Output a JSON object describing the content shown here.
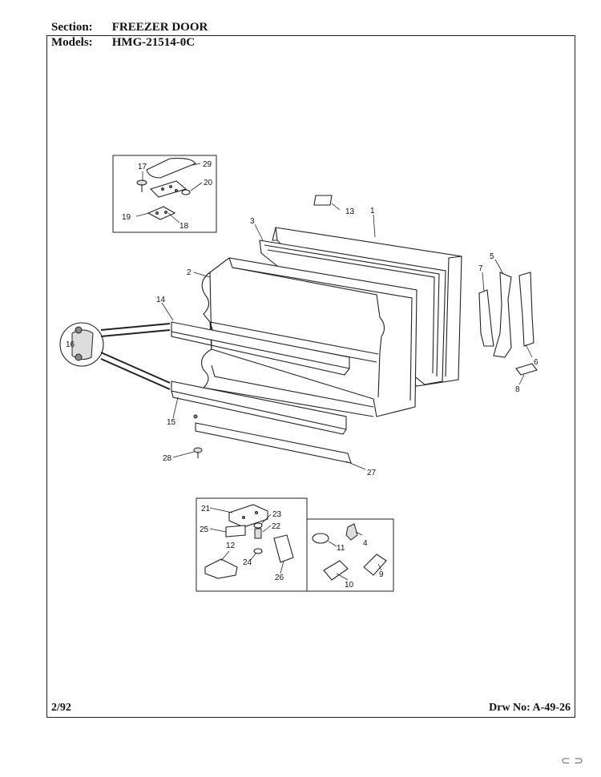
{
  "header": {
    "section_label": "Section:",
    "section_value": "FREEZER DOOR",
    "models_label": "Models:",
    "models_value": "HMG-21514-0C"
  },
  "footer": {
    "date": "2/92",
    "drawing_number": "Drw No: A-49-26"
  },
  "corner_mark": "⊂ ⊃",
  "callouts": [
    "1",
    "2",
    "3",
    "4",
    "5",
    "6",
    "7",
    "8",
    "9",
    "10",
    "11",
    "12",
    "13",
    "14",
    "15",
    "16",
    "17",
    "18",
    "19",
    "20",
    "21",
    "22",
    "23",
    "24",
    "25",
    "26",
    "27",
    "28",
    "29"
  ]
}
